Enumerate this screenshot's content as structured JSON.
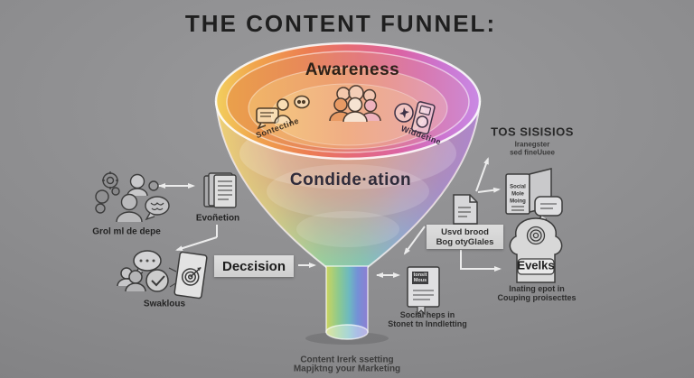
{
  "title": "THE CONTENT FUNNEL:",
  "funnel": {
    "stage1_label": "Awareness",
    "stage2_label": "Condide·ation",
    "stage3_label": "Decɛision",
    "rim_label_left": "Sontectine",
    "rim_label_right": "Widdetine"
  },
  "left": {
    "group_label": "Grol ml de depe",
    "book_label": "Evoñetion",
    "cluster_label": "Swaklous"
  },
  "right": {
    "header": "TOS SISISIOS",
    "header_sub1": "Iranegster",
    "header_sub2": "sed fineUuee",
    "brochure_lines": [
      "Social",
      "Mole",
      "Moing"
    ],
    "box_line1": "Usvd brood",
    "box_line2": "Bog otyGlales",
    "badge_label": "Evelks",
    "badge_cap1": "Inating epot in",
    "badge_cap2": "Couping proisecttes",
    "doc_line1": "tonsit",
    "doc_line2": "Mous",
    "doc_cap1": "Social heps in",
    "doc_cap2": "Stonet tn Inndletting"
  },
  "bottom": {
    "cap1": "Content Irerk ssetting",
    "cap2": "Mapjktng your Marketing"
  },
  "colors": {
    "background": "#8c8c8e",
    "rim_yellow": "#f3cf5e",
    "rim_orange": "#ec7d52",
    "rim_pink": "#da64a5",
    "rim_purple": "#c98ae4",
    "cone_green": "#93d59e",
    "cone_blue": "#7fb4dc",
    "box_gray": "#d6d6d6",
    "arrow": "#ececec",
    "text_dark": "#262626"
  }
}
